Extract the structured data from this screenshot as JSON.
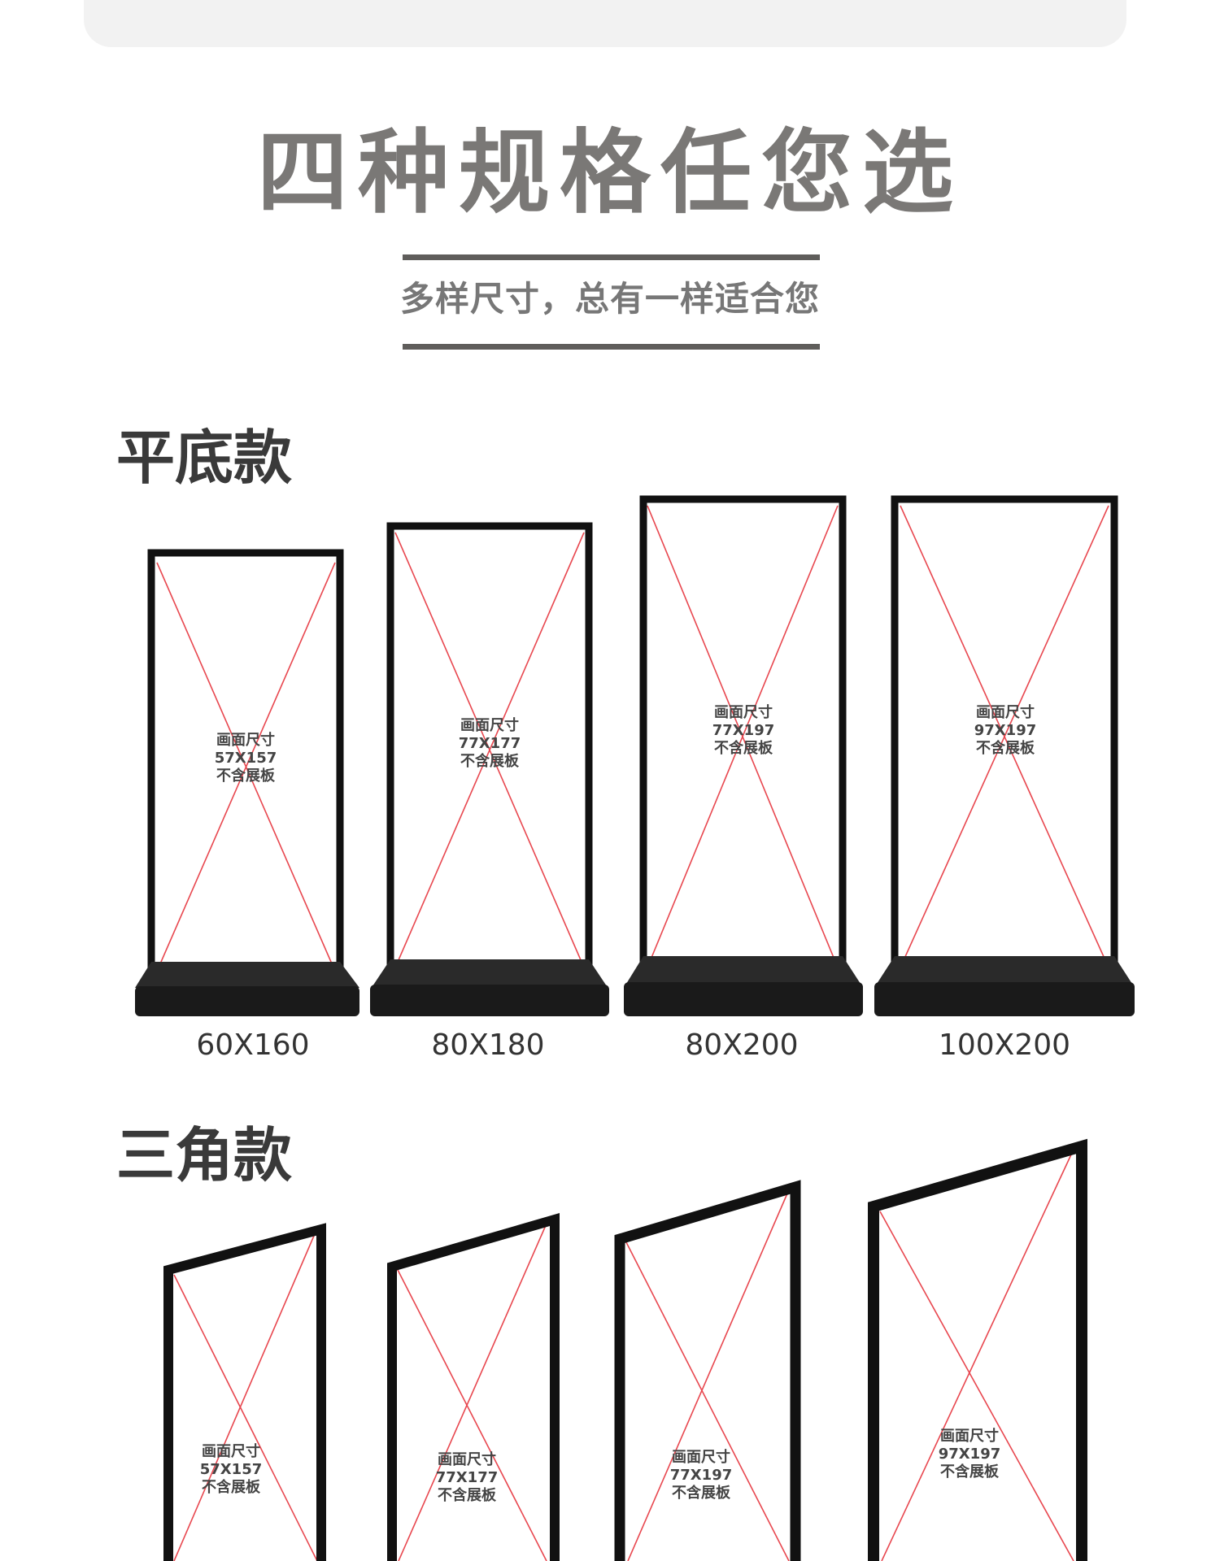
{
  "header": {
    "title": "四种规格任您选",
    "subtitle": "多样尺寸，总有一样适合您"
  },
  "flat_section": {
    "title": "平底款",
    "items": [
      {
        "size": "60X160",
        "inner_title": "画面尺寸",
        "inner_size": "57X157",
        "inner_note": "不含展板"
      },
      {
        "size": "80X180",
        "inner_title": "画面尺寸",
        "inner_size": "77X177",
        "inner_note": "不含展板"
      },
      {
        "size": "80X200",
        "inner_title": "画面尺寸",
        "inner_size": "77X197",
        "inner_note": "不含展板"
      },
      {
        "size": "100X200",
        "inner_title": "画面尺寸",
        "inner_size": "97X197",
        "inner_note": "不含展板"
      }
    ]
  },
  "triangle_section": {
    "title": "三角款",
    "items": [
      {
        "inner_title": "画面尺寸",
        "inner_size": "57X157",
        "inner_note": "不含展板"
      },
      {
        "inner_title": "画面尺寸",
        "inner_size": "77X177",
        "inner_note": "不含展板"
      },
      {
        "inner_title": "画面尺寸",
        "inner_size": "77X197",
        "inner_note": "不含展板"
      },
      {
        "inner_title": "画面尺寸",
        "inner_size": "97X197",
        "inner_note": "不含展板"
      }
    ]
  },
  "colors": {
    "frame": "#111111",
    "diagonal": "#e8474f",
    "title_gray": "#7a7876"
  }
}
